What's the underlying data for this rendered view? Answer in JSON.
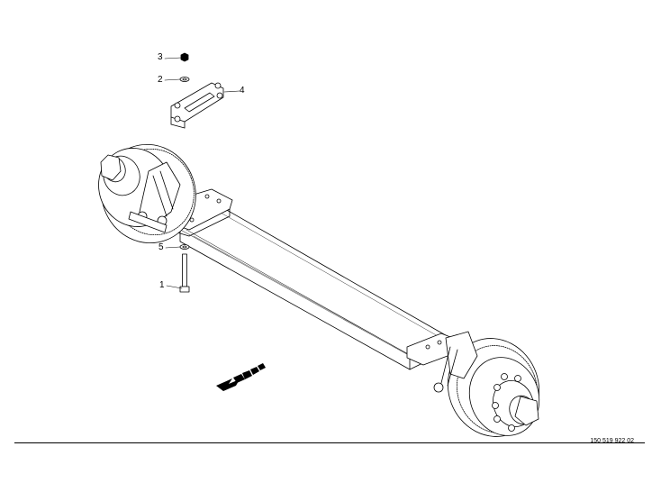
{
  "callouts": {
    "c1": "1",
    "c2": "2",
    "c3": "3",
    "c4": "4",
    "c5": "5"
  },
  "drawing_number": "150 519 922 02"
}
